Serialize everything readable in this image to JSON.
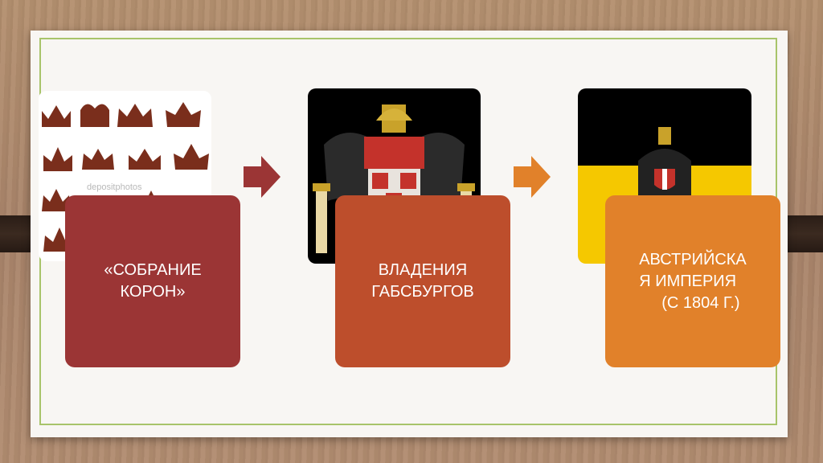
{
  "slide": {
    "boxes": [
      {
        "lines": [
          "«СОБРАНИЕ",
          "КОРОН»"
        ]
      },
      {
        "lines": [
          "ВЛАДЕНИЯ",
          "ГАБСБУРГОВ"
        ]
      },
      {
        "lines": [
          "АВСТРИЙСКА",
          "Я ИМПЕРИЯ",
          "(С 1804 Г.)"
        ]
      }
    ],
    "watermark": "depositphotos"
  },
  "colors": {
    "box1": "#9b3535",
    "box2": "#bd4e2c",
    "box3": "#e1812a",
    "arrow1": "#9b3535",
    "arrow2": "#e1812a",
    "border": "#a8c46a"
  }
}
